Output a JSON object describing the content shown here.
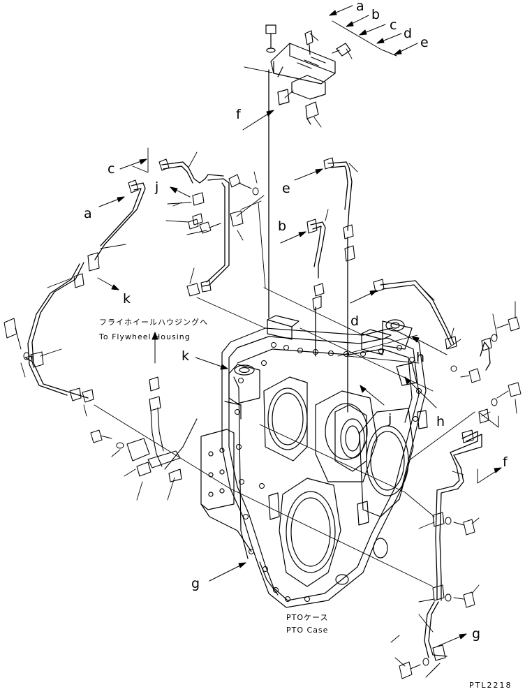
{
  "diagram": {
    "callout_letters": {
      "a1": "a",
      "b1": "b",
      "c1": "c",
      "d1": "d",
      "e1": "e",
      "f1": "f",
      "c2": "c",
      "a2": "a",
      "j1": "j",
      "k1": "k",
      "e2": "e",
      "b2": "b",
      "d2": "d",
      "k2": "k",
      "h1": "h",
      "h2": "h",
      "j2": "j",
      "f2": "f",
      "g1": "g",
      "g2": "g"
    },
    "flywheel_caption_jp": "フライホイールハウジングへ",
    "flywheel_caption_en": "To Flywheel Housing",
    "pto_caption_jp": "PTOケース",
    "pto_caption_en": "PTO Case",
    "drawing_code": "PTL2218"
  },
  "colors": {
    "ink": "#000000",
    "paper": "#ffffff"
  }
}
